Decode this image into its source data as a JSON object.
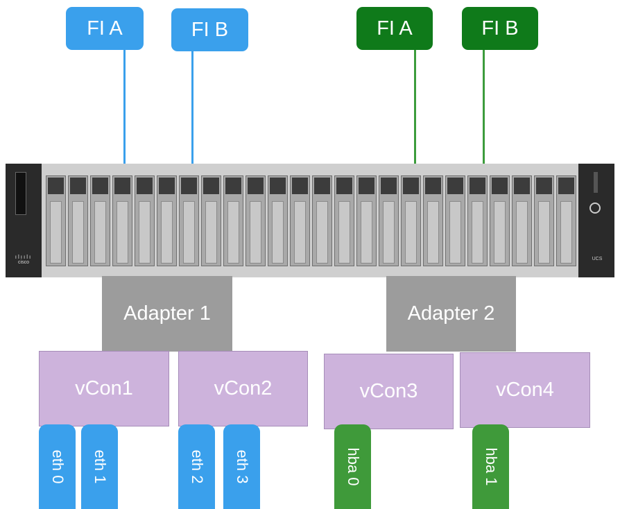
{
  "fabric_interconnects": [
    {
      "label": "FI A",
      "color": "#3aa0ec"
    },
    {
      "label": "FI B",
      "color": "#3aa0ec"
    },
    {
      "label": "FI A",
      "color": "#0f7a1a"
    },
    {
      "label": "FI B",
      "color": "#0f7a1a"
    }
  ],
  "adapters": [
    {
      "label": "Adapter 1"
    },
    {
      "label": "Adapter 2"
    }
  ],
  "vcons": [
    {
      "label": "vCon1"
    },
    {
      "label": "vCon2"
    },
    {
      "label": "vCon3"
    },
    {
      "label": "vCon4"
    }
  ],
  "interfaces": [
    {
      "label": "eth 0",
      "color": "#3aa0ec"
    },
    {
      "label": "eth 1",
      "color": "#3aa0ec"
    },
    {
      "label": "eth 2",
      "color": "#3aa0ec"
    },
    {
      "label": "eth 3",
      "color": "#3aa0ec"
    },
    {
      "label": "hba 0",
      "color": "#3f9a3a"
    },
    {
      "label": "hba 1",
      "color": "#3f9a3a"
    }
  ],
  "server": {
    "logo_text": "cisco",
    "model_text": "UCS"
  }
}
